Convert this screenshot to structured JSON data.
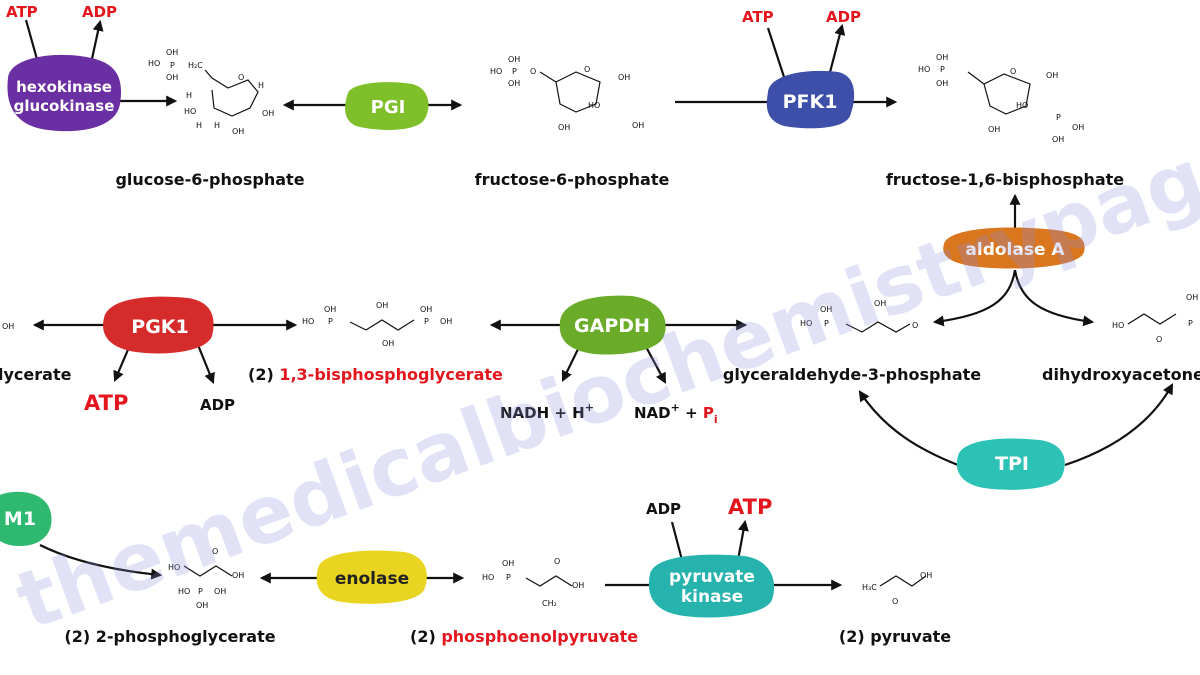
{
  "watermark": "themedicalbiochemistrypage.org",
  "enzymes": {
    "hexokinase": {
      "line1": "hexokinase",
      "line2": "glucokinase",
      "color": "#6a2fa3"
    },
    "pgi": {
      "text": "PGI",
      "color": "#7fbf2a"
    },
    "pfk1": {
      "text": "PFK1",
      "color": "#3d4fa8"
    },
    "aldolase": {
      "text": "aldolase A",
      "color": "#d9761e"
    },
    "gapdh": {
      "text": "GAPDH",
      "color": "#6aac2a"
    },
    "pgk1": {
      "text": "PGK1",
      "color": "#d62b2b"
    },
    "tpi": {
      "text": "TPI",
      "color": "#2cc2b6"
    },
    "pgm1": {
      "text": "M1",
      "color": "#2eb870"
    },
    "enolase": {
      "text": "enolase",
      "color": "#e8d421"
    },
    "pyruvate_kinase": {
      "line1": "pyruvate",
      "line2": "kinase",
      "color": "#26b2ad"
    }
  },
  "metabolites": {
    "g6p": "glucose-6-phosphate",
    "f6p": "fructose-6-phosphate",
    "f16bp": "fructose-1,6-bisphosphate",
    "gap": "glyceraldehyde-3-phosphate",
    "dhap": "dihydroxyacetone",
    "bpg_prefix": "(2) ",
    "bpg_name": "1,3-bisphosphoglycerate",
    "pg3": "lycerate",
    "pg2": "(2) 2-phosphoglycerate",
    "pep_prefix": "(2) ",
    "pep_name": "phosphoenolpyruvate",
    "pyruvate": "(2) pyruvate"
  },
  "cofactors": {
    "hk_atp": "ATP",
    "hk_adp": "ADP",
    "pfk_atp": "ATP",
    "pfk_adp": "ADP",
    "pgk_atp": "ATP",
    "pgk_adp": "ADP",
    "gapdh_nadh": "NADH + H",
    "gapdh_nadh_sup": "+",
    "gapdh_nad": "NAD",
    "gapdh_nad_sup": "+",
    "gapdh_plus": " + ",
    "gapdh_pi": "P",
    "gapdh_pi_sub": "i",
    "pk_adp": "ADP",
    "pk_atp": "ATP"
  },
  "structure_atoms": {
    "OH": "OH",
    "HO": "HO",
    "O": "O",
    "P": "P",
    "H": "H",
    "H2C": "H₂C",
    "H3C": "H₃C",
    "CH2": "CH₂"
  },
  "colors": {
    "highlight_red": "#e3151d",
    "text": "#111111",
    "watermark": "#9090e0"
  }
}
